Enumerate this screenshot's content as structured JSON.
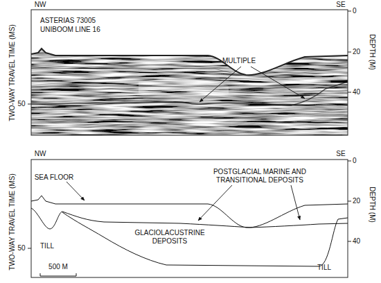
{
  "diagram": {
    "labels": [
      "NW",
      "SE",
      "ASTERIAS 73005",
      "UNIBOOM LINE 16",
      "MULTIPLE",
      "TWO-WAY TRAVEL TIME (MS)",
      "50",
      "DEPTH (M)",
      "0",
      "20",
      "40",
      "NW",
      "SE",
      "SEA FLOOR",
      "POSTGLACIAL MARINE AND TRANSITIONAL DEPOSITS",
      "TILL",
      "GLACIOLACUSTRINE DEPOSITS",
      "TILL",
      "500 M",
      "TWO-WAY TRAVEL TIME (MS)",
      "50",
      "DEPTH (M)",
      "0",
      "20",
      "40"
    ]
  }
}
